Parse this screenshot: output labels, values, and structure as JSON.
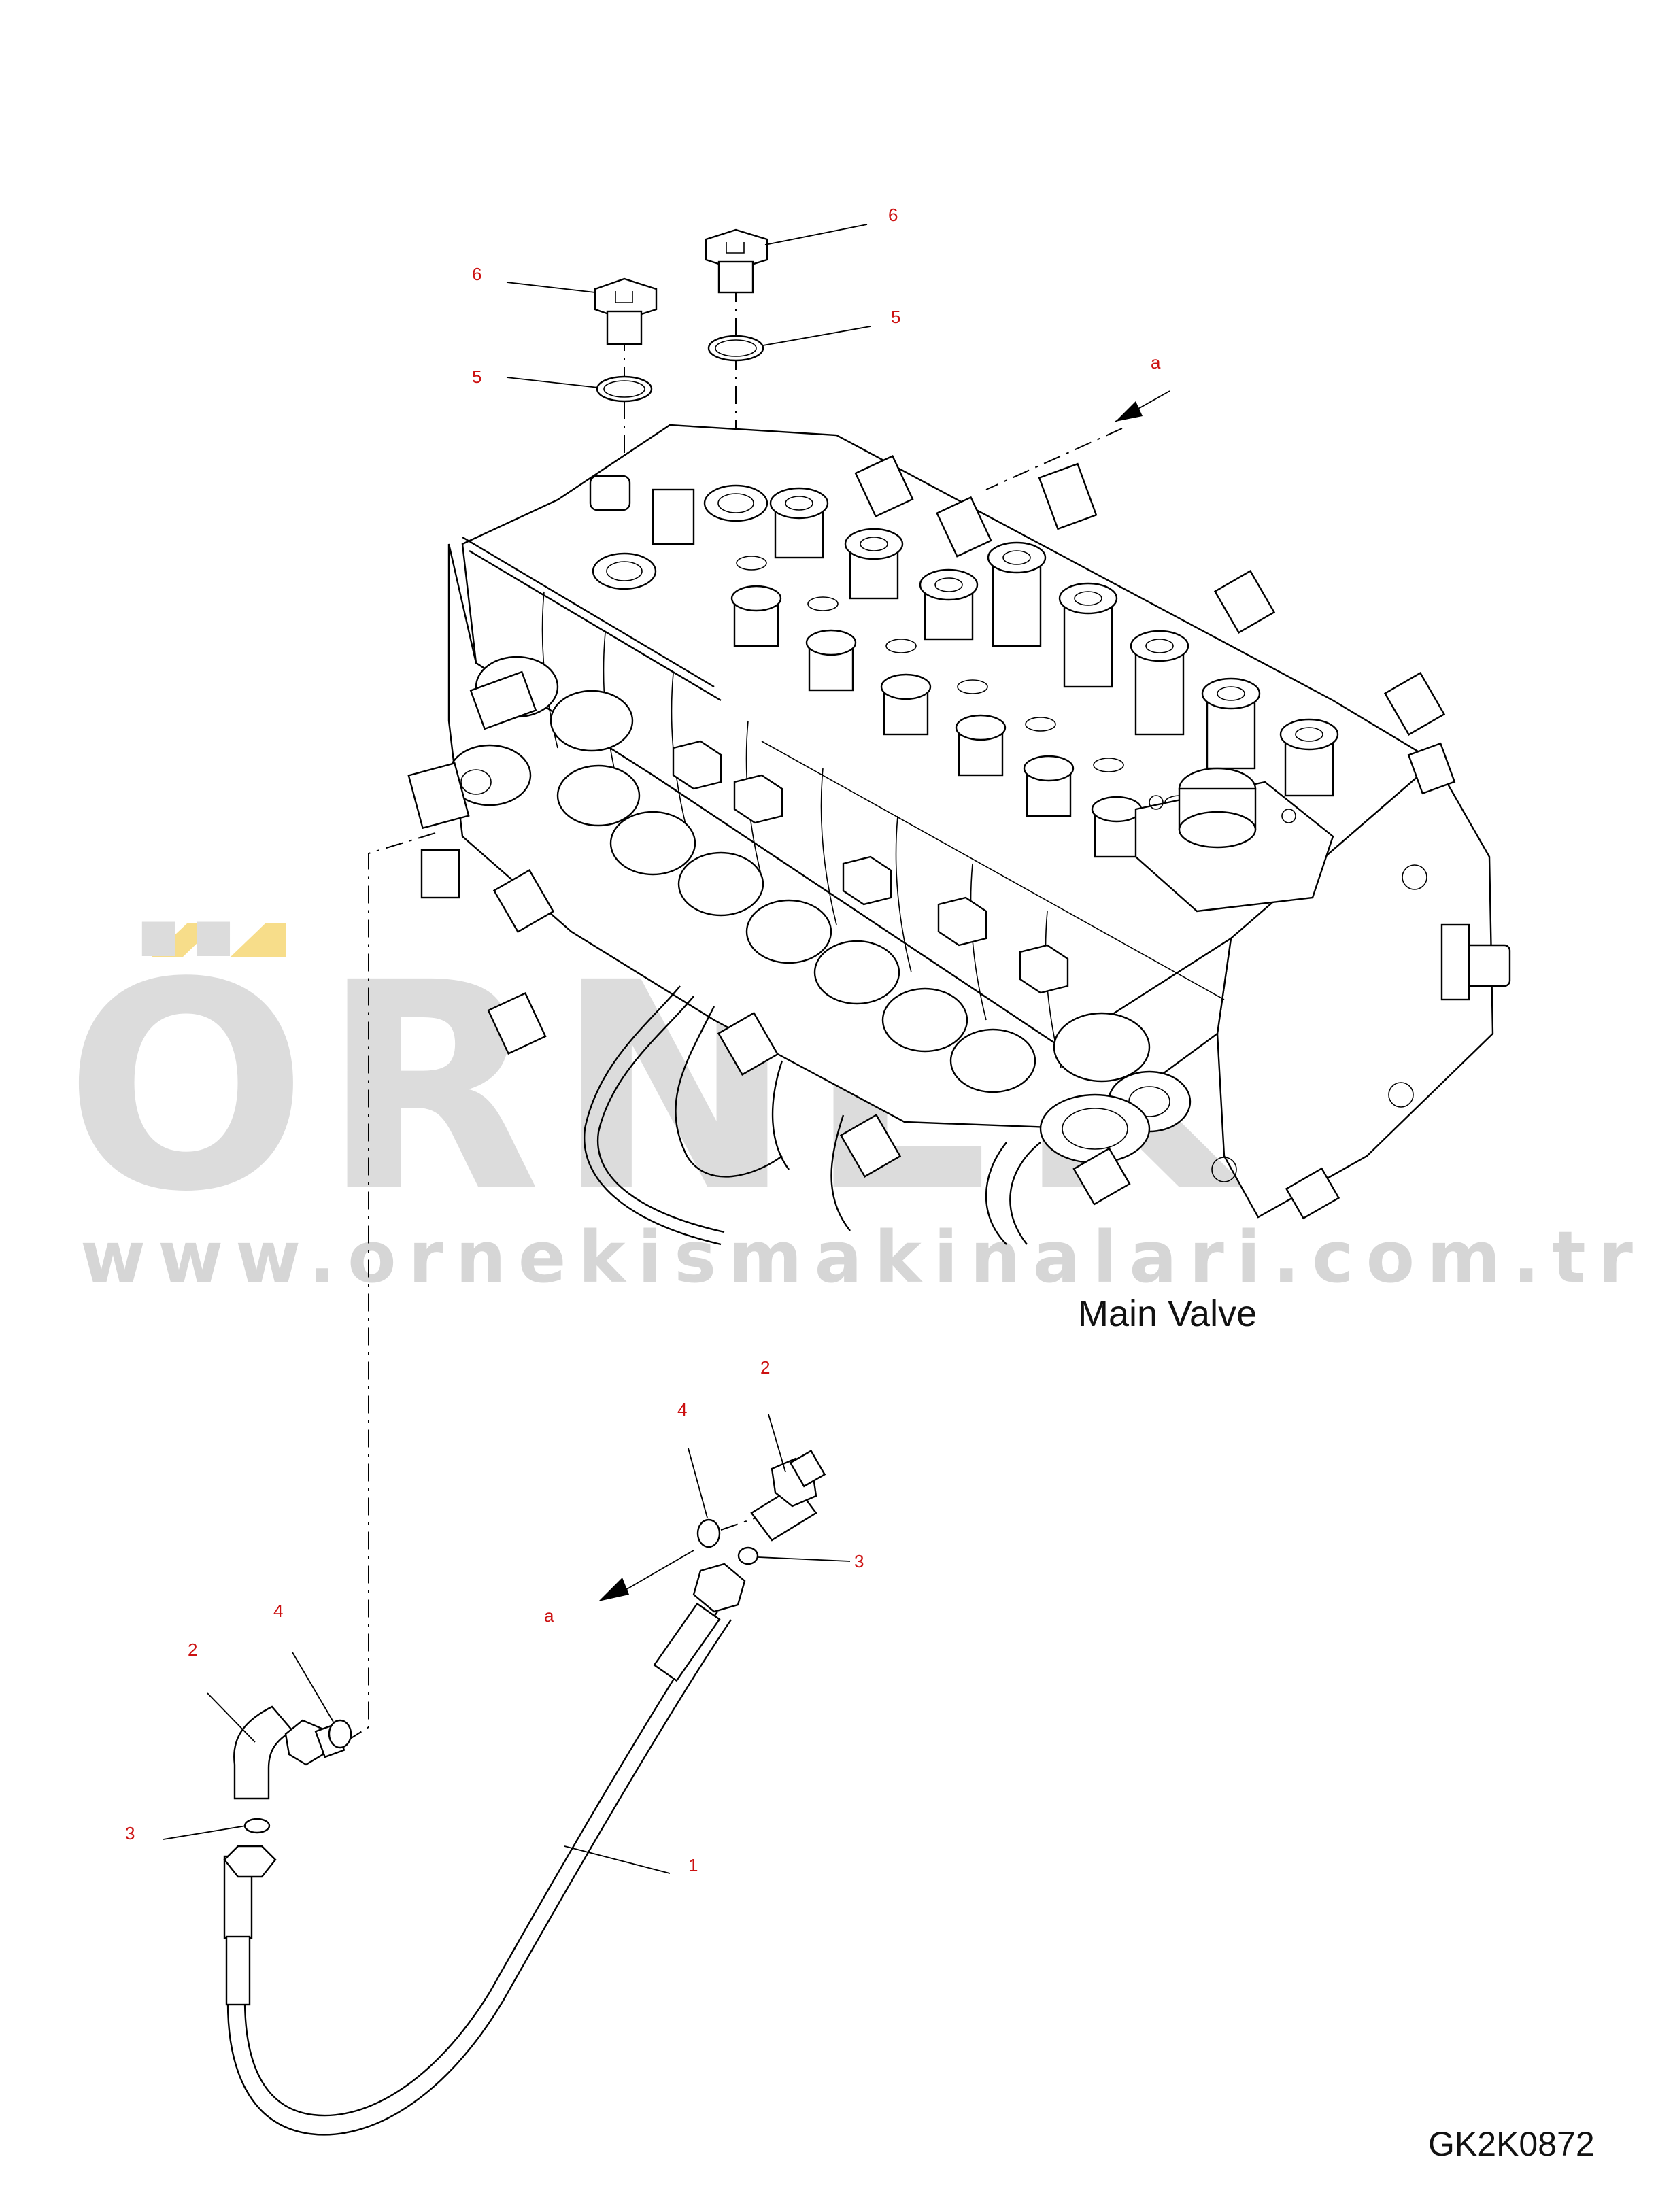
{
  "watermark": {
    "brand": "ÖRNEK",
    "url": "www.ornekismakinalari.com.tr",
    "accent_color": "#f7dd8a"
  },
  "caption": "Main Valve",
  "drawing_code": "GK2K0872",
  "callouts": {
    "top_plug_left": "6",
    "top_plug_right": "6",
    "top_oring_left": "5",
    "top_oring_right": "5",
    "arrow_upper": "a",
    "adapter_right": "2",
    "oring_right_4": "4",
    "oring_right_3": "3",
    "arrow_lower": "a",
    "adapter_left": "2",
    "oring_left_4": "4",
    "oring_left_3": "3",
    "hose": "1"
  },
  "colors": {
    "callout": "#cc1111",
    "line": "#000000",
    "watermark": "#dcdcdc"
  }
}
